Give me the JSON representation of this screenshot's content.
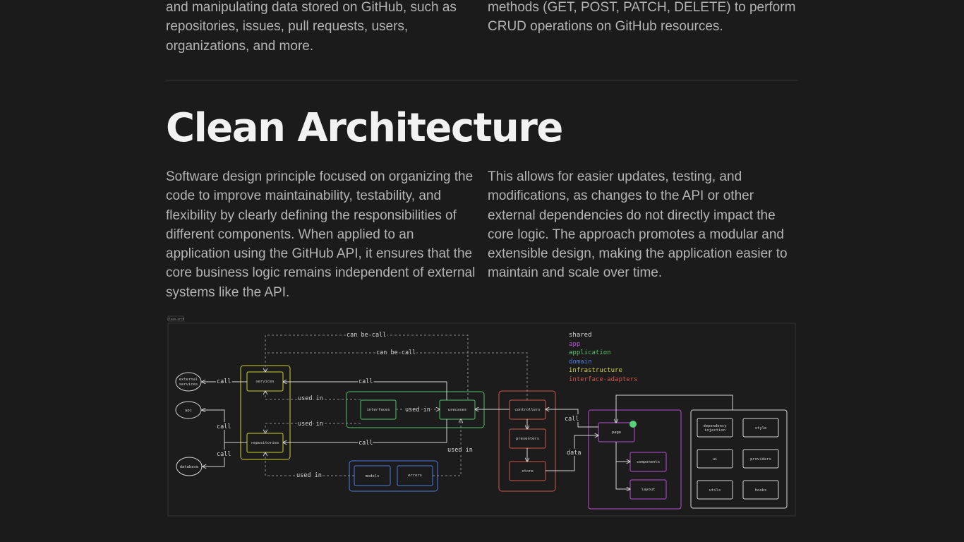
{
  "top": {
    "left_text": "and manipulating data stored on GitHub, such as repositories, issues, pull requests, users, organizations, and more.",
    "right_text": "methods (GET, POST, PATCH, DELETE) to perform CRUD operations on GitHub resources."
  },
  "section": {
    "title": "Clean Architecture",
    "left_paragraph": "Software design principle focused on organizing the code to improve maintainability, testability, and flexibility by clearly defining the responsibilities of different components. When applied to an application using the GitHub API, it ensures that the core business logic remains independent of external systems like the API.",
    "right_paragraph": "This allows for easier updates, testing, and modifications, as changes to the API or other external dependencies do not directly impact the core logic. The approach promotes a modular and extensible design, making the application easier to maintain and scale over time."
  },
  "diagram": {
    "tag": "clean-arch",
    "legend": [
      "shared",
      "app",
      "application",
      "domain",
      "infrastructure",
      "interface-adapters"
    ],
    "colors": {
      "shared": "#d6d6d6",
      "app": "#b84fd6",
      "application": "#55c267",
      "domain": "#4d7de0",
      "infrastructure": "#cfcf3a",
      "interface_adapters": "#d0574a",
      "background": "#1c1c1c",
      "border": "#333333"
    },
    "external": {
      "external_services": [
        "external",
        "services"
      ],
      "api": "api",
      "database": "database"
    },
    "infra": {
      "services": "services",
      "repositories": "repositories"
    },
    "application": {
      "interfaces": "interfaces",
      "usecases": "usecases"
    },
    "domain": {
      "models": "models",
      "errors": "errors"
    },
    "adapters": {
      "controllers": "controllers",
      "presenters": "presenters",
      "store": "store"
    },
    "app": {
      "page": "page",
      "components": "components",
      "layout": "layout"
    },
    "shared": {
      "dependency_injection": [
        "dependency",
        "injection"
      ],
      "style": "style",
      "ui": "ui",
      "providers": "providers",
      "utils": "utils",
      "hooks": "hooks"
    },
    "labels": {
      "can_be_call": "can be call",
      "call": "call",
      "used_in": "used in",
      "data": "data"
    }
  }
}
